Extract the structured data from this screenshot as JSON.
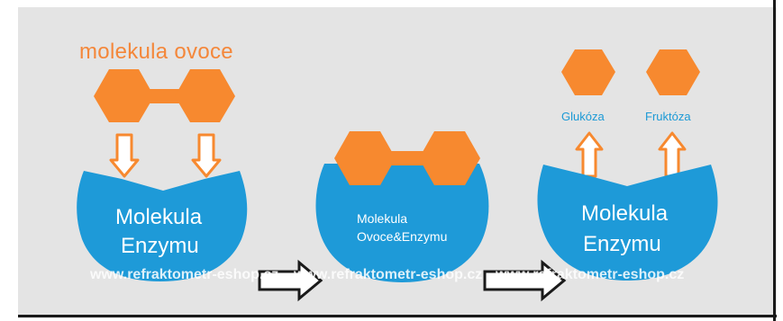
{
  "title": "molekula ovoce",
  "enzyme_1": {
    "line1": "Molekula",
    "line2": "Enzymu"
  },
  "enzyme_2": {
    "line1": "Molekula",
    "line2": "Ovoce&Enzymu"
  },
  "enzyme_3": {
    "line1": "Molekula",
    "line2": "Enzymu"
  },
  "products": {
    "left": "Glukóza",
    "right": "Fruktóza"
  },
  "watermark": [
    "www.refraktometr-eshop.cz",
    "www.refraktometr-eshop.cz",
    "www.refraktometr-eshop.cz"
  ],
  "colors": {
    "molecule": "#f7892f",
    "enzyme": "#1e9ad8",
    "background": "#e4e4e4",
    "arrow": "#1a1a1a"
  }
}
